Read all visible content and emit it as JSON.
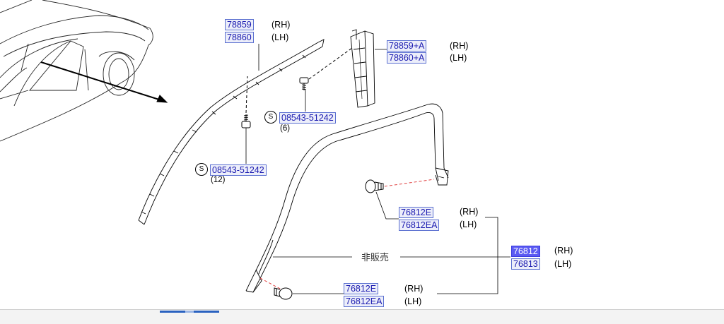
{
  "parts": {
    "moulding_rh": "78859",
    "moulding_lh": "78860",
    "trim_rh": "78859+A",
    "trim_lh": "78860+A",
    "screw_a": "08543-51242",
    "screw_a_qty": "(6)",
    "screw_b": "08543-51242",
    "screw_b_qty": "(12)",
    "clip_upper_rh": "76812E",
    "clip_upper_lh": "76812EA",
    "weatherstrip_rh": "76812",
    "weatherstrip_lh": "76813",
    "clip_lower_rh": "76812E",
    "clip_lower_lh": "76812EA"
  },
  "labels": {
    "rh": "(RH)",
    "lh": "(LH)",
    "standard_symbol": "S",
    "not_for_sale": "非販売"
  },
  "colors": {
    "selected_part": "#5b5bf2",
    "part_link": "#1a1ab0",
    "leader_dashed": "#e04040"
  }
}
